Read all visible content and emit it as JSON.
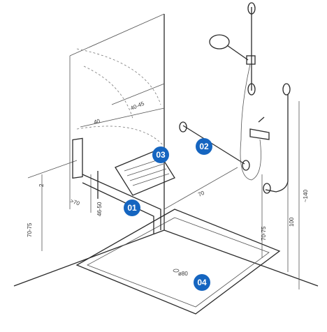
{
  "badges": [
    "01",
    "02",
    "03",
    "04"
  ],
  "dimensions": {
    "d_40_45": "40-45",
    "d_40": "40",
    "d_gt70": ">70",
    "d_46_50": "46-50",
    "d_70_75_left": "70-75",
    "d_70": "70",
    "d_80": "ø80",
    "d_70_75_right": "70-75",
    "d_100": "100",
    "d_140": "~140",
    "d_2": "2"
  },
  "colors": {
    "badge": "#1565c0",
    "line": "#2a2a2a"
  }
}
